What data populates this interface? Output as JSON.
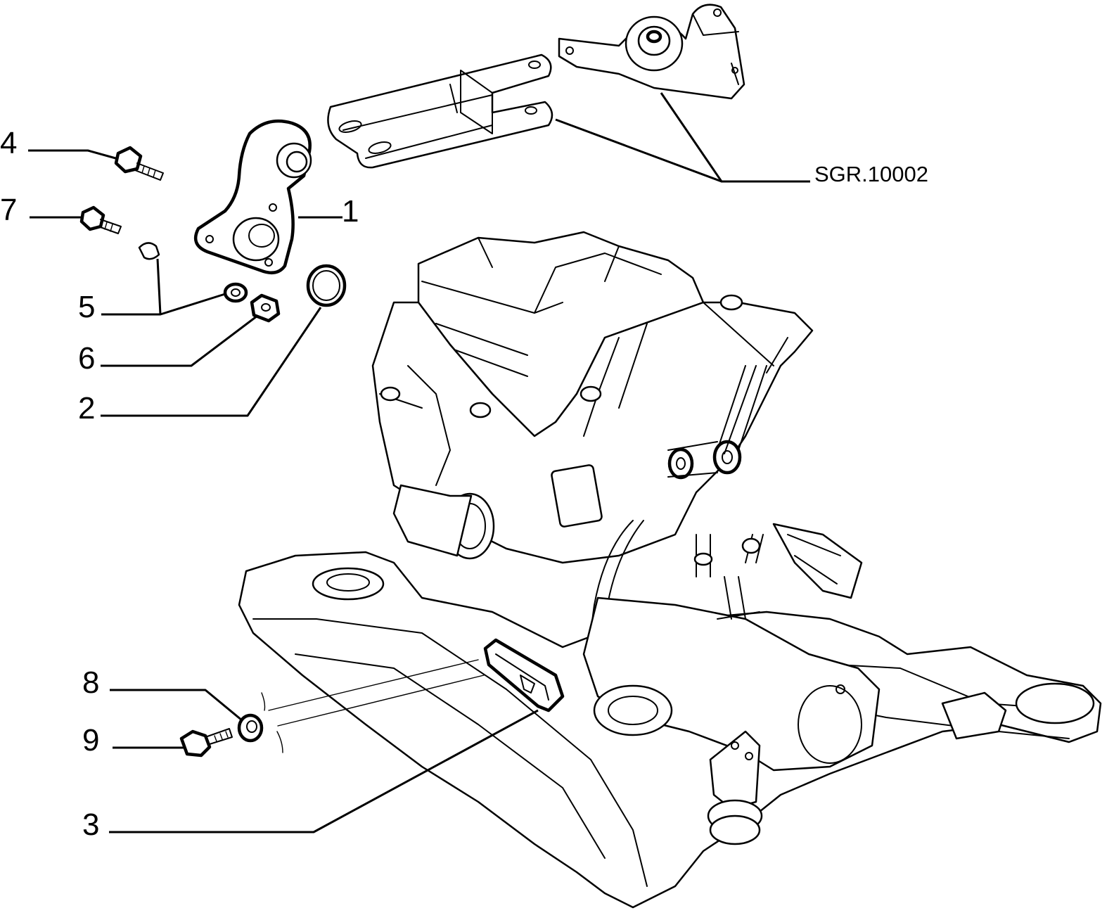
{
  "diagram": {
    "callouts": [
      {
        "id": "4",
        "label": "4"
      },
      {
        "id": "7",
        "label": "7"
      },
      {
        "id": "1",
        "label": "1"
      },
      {
        "id": "5",
        "label": "5"
      },
      {
        "id": "6",
        "label": "6"
      },
      {
        "id": "2",
        "label": "2"
      },
      {
        "id": "8",
        "label": "8"
      },
      {
        "id": "9",
        "label": "9"
      },
      {
        "id": "3",
        "label": "3"
      }
    ],
    "reference": "SGR.10002"
  }
}
